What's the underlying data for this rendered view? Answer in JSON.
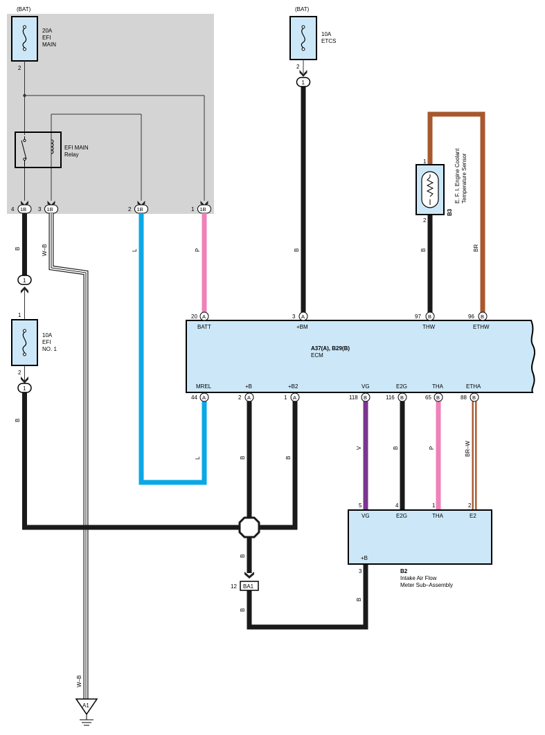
{
  "fuses": {
    "efi_main": {
      "supply": "(BAT)",
      "rating": "20A",
      "name1": "EFI",
      "name2": "MAIN",
      "pin": "2"
    },
    "etcs": {
      "supply": "(BAT)",
      "rating": "10A",
      "name": "ETCS",
      "pin": "2"
    },
    "efi_no1": {
      "rating": "10A",
      "name1": "EFI",
      "name2": "NO. 1",
      "pin_top": "1",
      "pin_bottom": "2"
    }
  },
  "relay": {
    "name1": "EFI MAIN",
    "name2": "Relay"
  },
  "junction_1b": {
    "pins": [
      {
        "num": "4",
        "conn": "1B"
      },
      {
        "num": "3",
        "conn": "1B"
      },
      {
        "num": "2",
        "conn": "1B"
      },
      {
        "num": "1",
        "conn": "1B"
      }
    ]
  },
  "inline_connectors": {
    "a": "1",
    "b": "1",
    "c": "1"
  },
  "wire_colors": {
    "w1": "B",
    "w2": "W–B",
    "w3": "L",
    "w4": "P",
    "w5": "B",
    "w6": "B",
    "w7": "BR",
    "w8": "B",
    "w9": "L",
    "w10": "B",
    "w11": "B",
    "w12": "V",
    "w13": "B",
    "w14": "P",
    "w15": "BR–W",
    "w16": "B",
    "w17": "B",
    "w18": "B",
    "w19": "W–B"
  },
  "sensor_b3": {
    "id": "B3",
    "line1": "E. F. I. Engine Coolant",
    "line2": "Temperature Sensor",
    "pin_top": "1",
    "pin_bottom": "2"
  },
  "ecm": {
    "title": "A37(A), B29(B)",
    "subtitle": "ECM",
    "top_pins": [
      {
        "num": "20",
        "conn": "A",
        "label": "BATT"
      },
      {
        "num": "3",
        "conn": "A",
        "label": "+BM"
      },
      {
        "num": "97",
        "conn": "B",
        "label": "THW"
      },
      {
        "num": "96",
        "conn": "B",
        "label": "ETHW"
      }
    ],
    "bottom_pins": [
      {
        "num": "44",
        "conn": "A",
        "label": "MREL"
      },
      {
        "num": "2",
        "conn": "A",
        "label": "+B"
      },
      {
        "num": "1",
        "conn": "A",
        "label": "+B2"
      },
      {
        "num": "118",
        "conn": "B",
        "label": "VG"
      },
      {
        "num": "116",
        "conn": "B",
        "label": "E2G"
      },
      {
        "num": "65",
        "conn": "B",
        "label": "THA"
      },
      {
        "num": "88",
        "conn": "B",
        "label": "ETHA"
      }
    ]
  },
  "maf_b2": {
    "id": "B2",
    "line1": "Intake Air Flow",
    "line2": "Meter Sub–Assembly",
    "pins": [
      {
        "num": "5",
        "label": "VG"
      },
      {
        "num": "4",
        "label": "E2G"
      },
      {
        "num": "1",
        "label": "THA"
      },
      {
        "num": "2",
        "label": "E2"
      }
    ],
    "plus_b_label": "+B",
    "plus_b_pin": "3"
  },
  "ba1": {
    "num": "12",
    "name": "BA1"
  },
  "ground": {
    "name": "A1"
  },
  "colors": {
    "panel": "#d4d4d4",
    "component": "#cce8f8",
    "black": "#1a1a1a",
    "blue": "#0aa8e6",
    "pink": "#ee82b9",
    "brown": "#a8582e",
    "violet": "#7b3592"
  }
}
